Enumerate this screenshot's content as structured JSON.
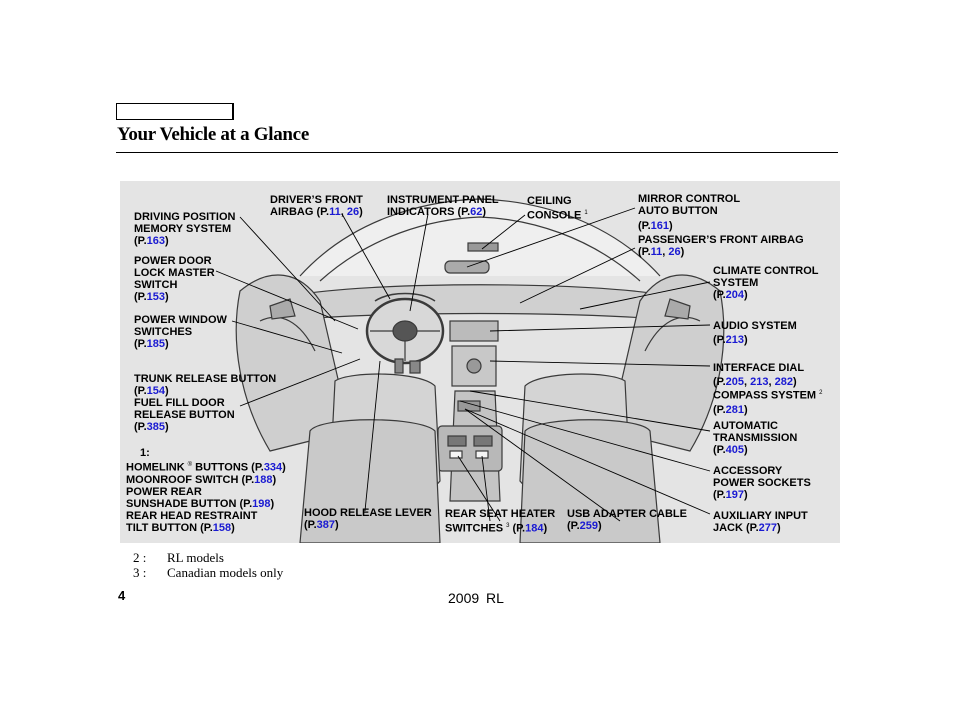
{
  "header": {
    "title": "Your Vehicle at a Glance"
  },
  "labels": {
    "driving_position": {
      "lines": [
        "DRIVING POSITION",
        "MEMORY SYSTEM"
      ],
      "pages": [
        "163"
      ]
    },
    "power_door": {
      "lines": [
        "POWER DOOR",
        "LOCK MASTER",
        "SWITCH"
      ],
      "pages": [
        "153"
      ]
    },
    "power_window": {
      "lines": [
        "POWER WINDOW",
        "SWITCHES"
      ],
      "pages": [
        "185"
      ]
    },
    "trunk_release": {
      "lines": [
        "TRUNK RELEASE BUTTON"
      ],
      "pages": [
        "154"
      ]
    },
    "fuel_fill": {
      "lines": [
        "FUEL FILL DOOR",
        "RELEASE BUTTON"
      ],
      "pages": [
        "385"
      ]
    },
    "drivers_airbag": {
      "lines": [
        "DRIVER’S FRONT"
      ],
      "inline_prefix": "AIRBAG ",
      "pages": [
        "11",
        "26"
      ]
    },
    "instrument_panel": {
      "lines": [
        "INSTRUMENT PANEL"
      ],
      "inline_prefix": "INDICATORS ",
      "pages": [
        "62"
      ]
    },
    "ceiling_console": {
      "lines": [
        "CEILING",
        "CONSOLE"
      ],
      "note": "1"
    },
    "mirror_control": {
      "lines": [
        "MIRROR CONTROL",
        "AUTO BUTTON"
      ],
      "pages": [
        "161"
      ]
    },
    "passenger_airbag": {
      "lines": [
        "PASSENGER’S FRONT AIRBAG"
      ],
      "pages": [
        "11",
        "26"
      ]
    },
    "climate_control": {
      "lines": [
        "CLIMATE CONTROL",
        "SYSTEM"
      ],
      "pages": [
        "204"
      ]
    },
    "audio_system": {
      "lines": [
        "AUDIO SYSTEM"
      ],
      "pages": [
        "213"
      ]
    },
    "interface_dial": {
      "lines": [
        "INTERFACE DIAL"
      ],
      "pages": [
        "205",
        "213",
        "282"
      ]
    },
    "compass_system": {
      "lines": [
        "COMPASS SYSTEM"
      ],
      "note": "2",
      "pages": [
        "281"
      ]
    },
    "automatic_transmission": {
      "lines": [
        "AUTOMATIC",
        "TRANSMISSION"
      ],
      "pages": [
        "405"
      ]
    },
    "accessory_power": {
      "lines": [
        "ACCESSORY",
        "POWER SOCKETS"
      ],
      "pages": [
        "197"
      ]
    },
    "auxiliary_input": {
      "lines": [
        "AUXILIARY INPUT"
      ],
      "inline_prefix": "JACK ",
      "pages": [
        "277"
      ]
    },
    "usb_adapter": {
      "lines": [
        "USB ADAPTER CABLE"
      ],
      "pages": [
        "259"
      ]
    },
    "rear_seat_heater": {
      "lines": [
        "REAR SEAT HEATER"
      ],
      "inline_prefix": "SWITCHES",
      "note": "3",
      "pages": [
        "184"
      ]
    },
    "hood_release": {
      "lines": [
        "HOOD RELEASE LEVER"
      ],
      "pages": [
        "387"
      ]
    },
    "group1": {
      "marker": "1:",
      "homelink": {
        "text": "HOMELINK",
        "reg": "®",
        "suffix": " BUTTONS ",
        "pages": [
          "334"
        ]
      },
      "moonroof": {
        "text": "MOONROOF SWITCH ",
        "pages": [
          "188"
        ]
      },
      "sunshade_line1": "POWER REAR",
      "sunshade": {
        "text": "SUNSHADE BUTTON ",
        "pages": [
          "198"
        ]
      },
      "restraint_line1": "REAR HEAD RESTRAINT",
      "restraint": {
        "text": "TILT BUTTON ",
        "pages": [
          "158"
        ]
      }
    }
  },
  "footnotes": [
    {
      "key": "2 :",
      "text": "RL models"
    },
    {
      "key": "3 :",
      "text": "Canadian models only"
    }
  ],
  "footer": {
    "page_number": "4",
    "model": "2009  RL"
  }
}
